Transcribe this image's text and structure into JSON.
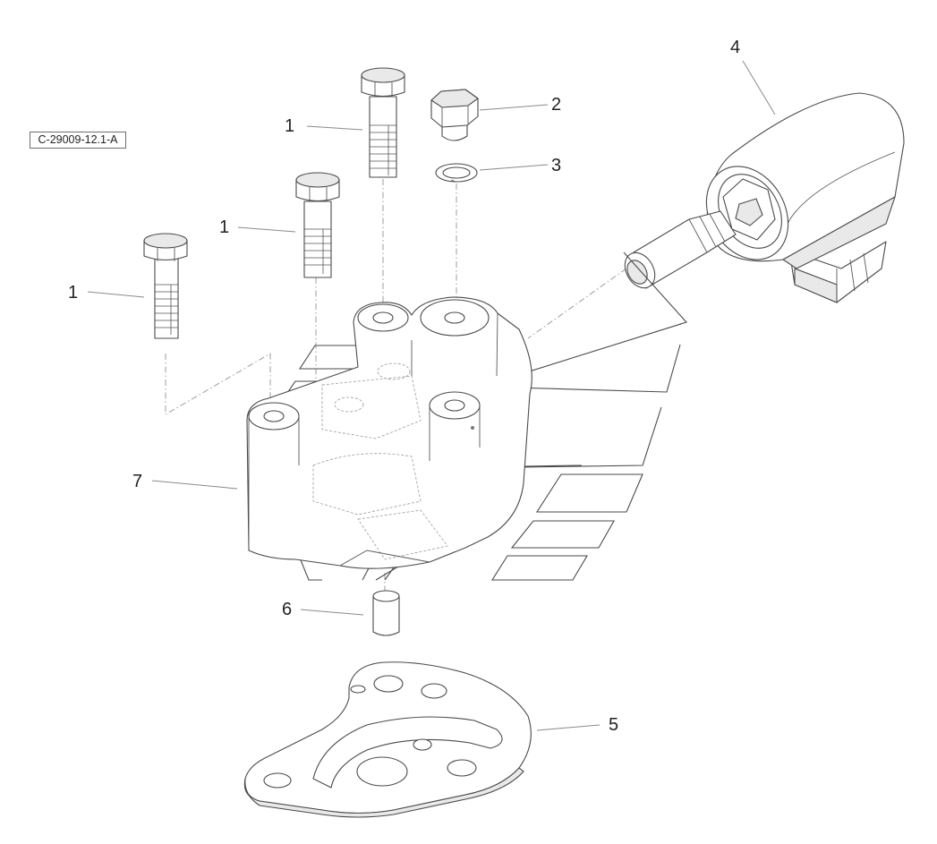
{
  "drawing": {
    "reference_code": "C-29009-12.1-A"
  },
  "callouts": {
    "bolt_a": "1",
    "bolt_b": "1",
    "bolt_c": "1",
    "plug": "2",
    "washer": "3",
    "solenoid": "4",
    "gasket": "5",
    "pin": "6",
    "valve_body": "7"
  }
}
